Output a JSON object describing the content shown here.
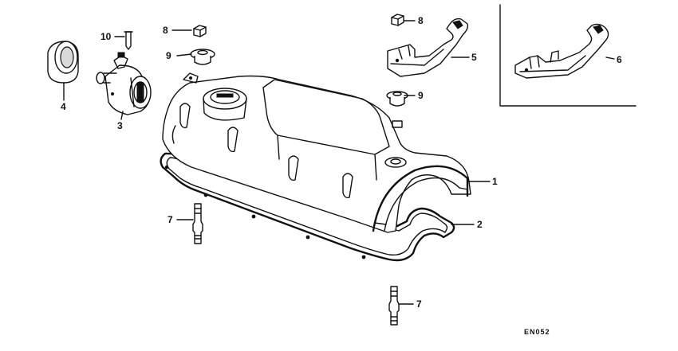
{
  "diagram_code": "EN052",
  "callouts": [
    {
      "id": "c1",
      "label": "1"
    },
    {
      "id": "c2",
      "label": "2"
    },
    {
      "id": "c3",
      "label": "3"
    },
    {
      "id": "c4",
      "label": "4"
    },
    {
      "id": "c5",
      "label": "5"
    },
    {
      "id": "c6",
      "label": "6"
    },
    {
      "id": "c7a",
      "label": "7"
    },
    {
      "id": "c7b",
      "label": "7"
    },
    {
      "id": "c8a",
      "label": "8"
    },
    {
      "id": "c8b",
      "label": "8"
    },
    {
      "id": "c9a",
      "label": "9"
    },
    {
      "id": "c9b",
      "label": "9"
    },
    {
      "id": "c10",
      "label": "10"
    }
  ]
}
